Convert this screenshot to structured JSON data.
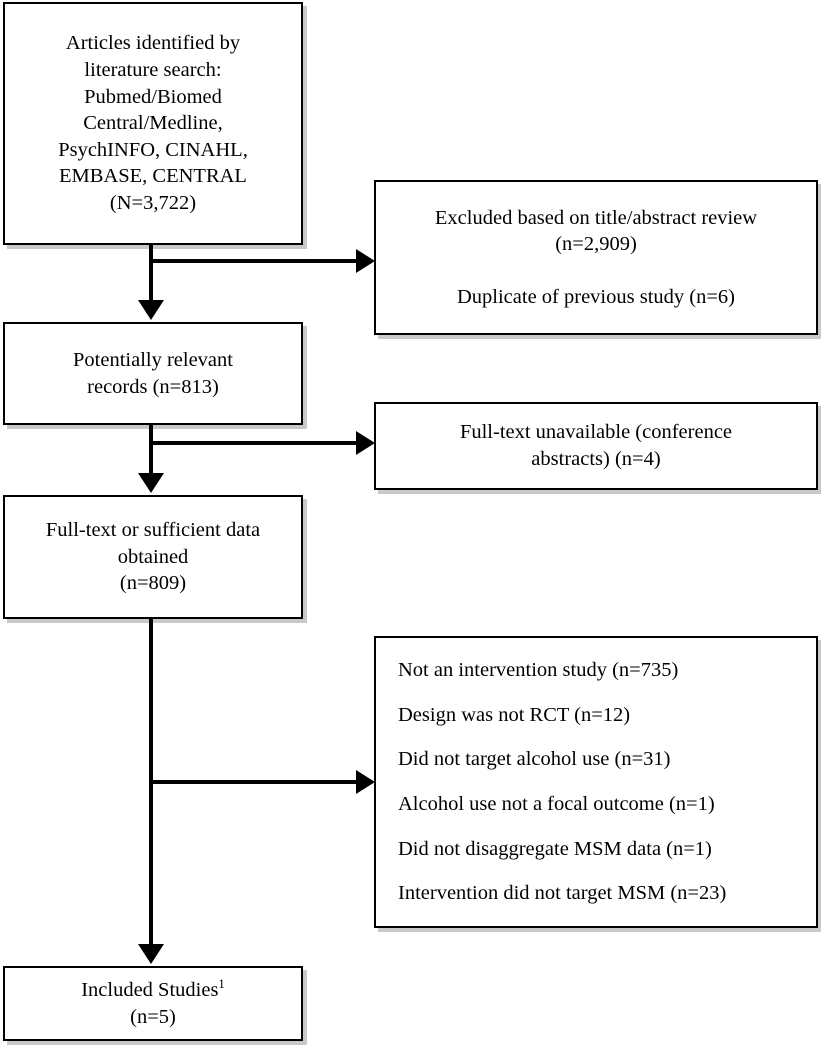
{
  "diagram": {
    "type": "prisma-flow-diagram",
    "nodes": {
      "identified": {
        "lines": [
          "Articles identified by",
          "literature search:",
          "Pubmed/Biomed",
          "Central/Medline,",
          "PsychINFO, CINAHL,",
          "EMBASE, CENTRAL",
          "(N=3,722)"
        ]
      },
      "excluded_title_abstract": {
        "lines": [
          "Excluded based on title/abstract review",
          "(n=2,909)",
          "Duplicate of previous study (n=6)"
        ]
      },
      "potentially_relevant": {
        "lines": [
          "Potentially relevant",
          "records (n=813)"
        ]
      },
      "fulltext_unavailable": {
        "lines": [
          "Full-text unavailable (conference",
          "abstracts) (n=4)"
        ]
      },
      "fulltext_obtained": {
        "lines": [
          "Full-text or sufficient data",
          "obtained",
          "(n=809)"
        ]
      },
      "excluded_reasons": {
        "lines": [
          "Not an intervention study (n=735)",
          "Design was not RCT (n=12)",
          "Did not target alcohol use (n=31)",
          "Alcohol use not a focal outcome (n=1)",
          "Did not disaggregate MSM data (n=1)",
          "Intervention did not target MSM (n=23)"
        ]
      },
      "included": {
        "title": "Included Studies",
        "title_superscript": "1",
        "count": "(n=5)"
      }
    },
    "colors": {
      "border": "#000000",
      "background": "#ffffff",
      "shadow": "#c9c9c9",
      "text": "#000000"
    }
  }
}
